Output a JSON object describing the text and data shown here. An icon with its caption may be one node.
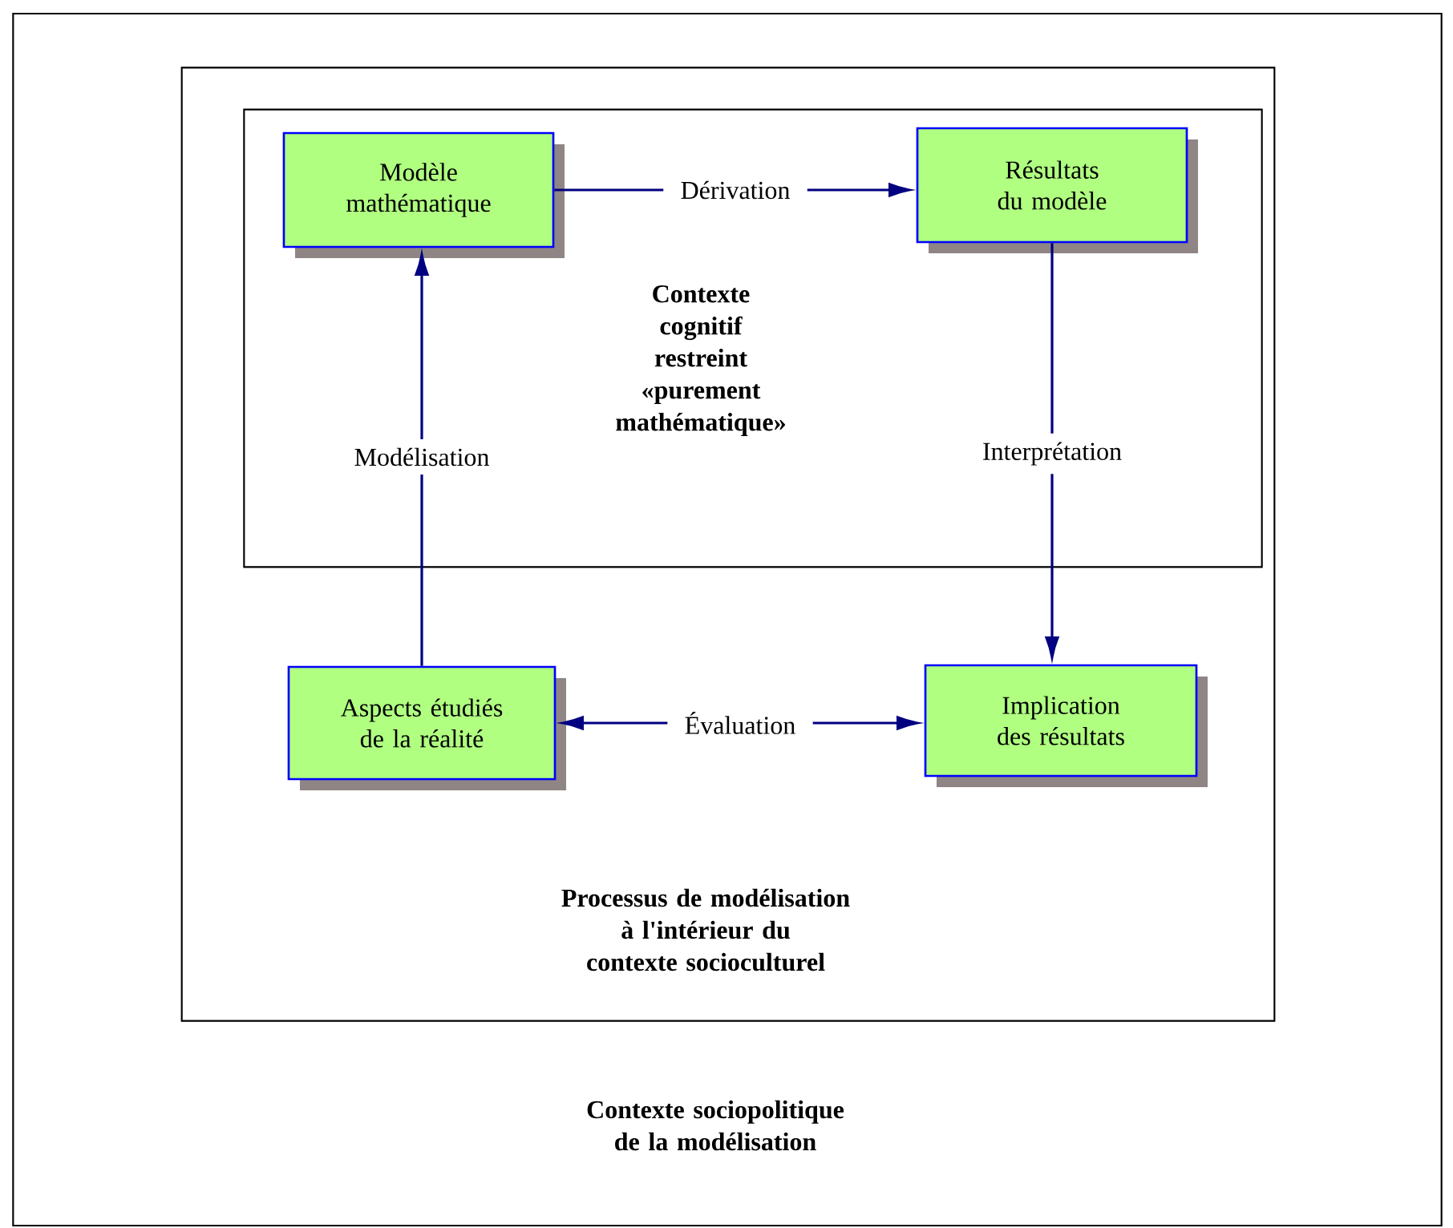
{
  "diagram": {
    "nodes": [
      {
        "text": [
          "Contexte sociopolitique de la modélisation"
        ]
      },
      {
        "text": [
          "Processus de modélisation à l'intérieur du contexte socioculturel"
        ],
        "in": 0
      },
      {
        "text": [
          "Contexte cognitif restreint «purement mathématique»"
        ],
        "in": 1
      },
      {
        "text": [
          "Modèle mathématique"
        ],
        "in": 2
      },
      {
        "text": [
          "Résultats du modèle"
        ],
        "in": 2
      },
      {
        "text": [
          "Aspects étudiés de la réalité"
        ],
        "in": 1
      },
      {
        "text": [
          "Implication des résultats"
        ],
        "in": 1
      }
    ],
    "edges": [
      {
        "from": 3,
        "to": 4,
        "arrow": "to",
        "label": "Dérivation"
      },
      {
        "from": 4,
        "to": 6,
        "arrow": "to",
        "label": "Interprétation"
      },
      {
        "from": 5,
        "to": 3,
        "arrow": "to",
        "label": "Modélisation"
      },
      {
        "from": 5,
        "to": 6,
        "arrow": "both",
        "label": "Évaluation"
      }
    ]
  }
}
